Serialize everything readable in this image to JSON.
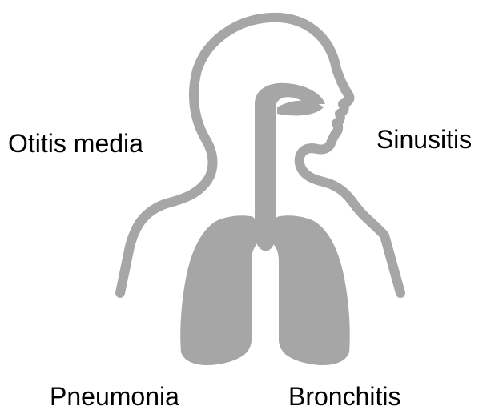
{
  "labels": {
    "otitis": "Otitis media",
    "sinusitis": "Sinusitis",
    "pneumonia": "Pneumonia",
    "bronchitis": "Bronchitis"
  },
  "colors": {
    "figure": "#a6a6a6",
    "text": "#000000",
    "background": "#ffffff"
  }
}
